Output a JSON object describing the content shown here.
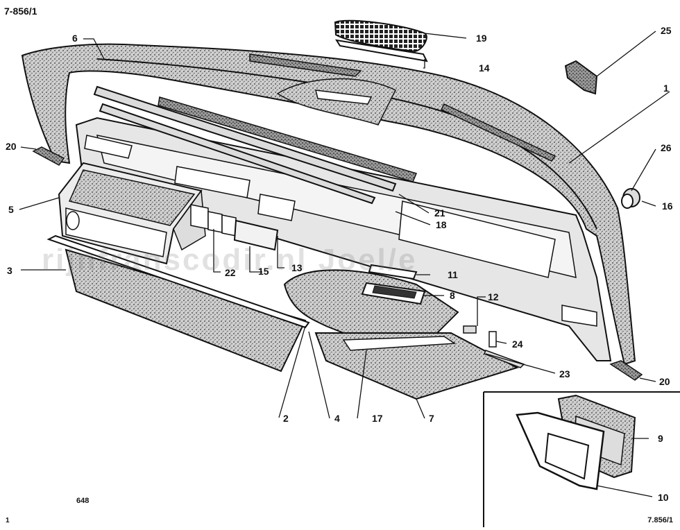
{
  "header": {
    "code": "7-856/1"
  },
  "footer": {
    "code": "7.856/1",
    "left": "1",
    "mid": "648"
  },
  "watermark": "rijnfranscodir.nl    Joel/e",
  "callouts": {
    "c1": "1",
    "c2": "2",
    "c3": "3",
    "c4": "4",
    "c5": "5",
    "c6": "6",
    "c7": "7",
    "c8": "8",
    "c9": "9",
    "c10": "10",
    "c11": "11",
    "c12": "12",
    "c13": "13",
    "c14": "14",
    "c15": "15",
    "c16": "16",
    "c17": "17",
    "c18": "18",
    "c19": "19",
    "c20a": "20",
    "c20b": "20",
    "c21": "21",
    "c22": "22",
    "c23": "23",
    "c24": "24",
    "c25": "25",
    "c26": "26"
  }
}
